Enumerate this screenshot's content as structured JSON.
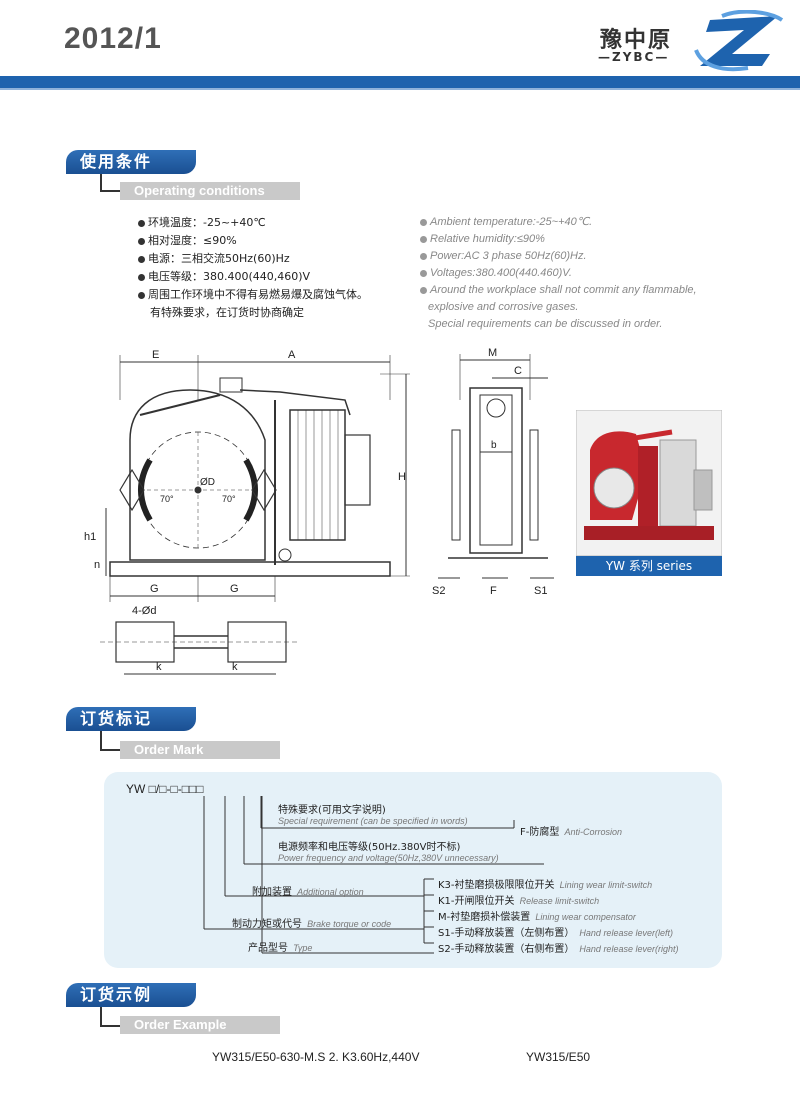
{
  "header": {
    "year": "2012/1",
    "logo_cn": "豫中原",
    "logo_en": "—ZYBC—"
  },
  "operating": {
    "title_cn": "使用条件",
    "title_en": "Operating conditions",
    "cn_items": [
      "环境温度：-25~+40℃",
      "相对湿度：≤90%",
      "电源：三相交流50Hz(60)Hz",
      "电压等级：380.400(440,460)V",
      "周围工作环境中不得有易燃易爆及腐蚀气体。",
      "有特殊要求，在订货时协商确定"
    ],
    "en_items": [
      "Ambient temperature:-25~+40℃.",
      "Relative humidity:≤90%",
      "Power:AC 3 phase  50Hz(60)Hz.",
      "Voltages:380.400(440.460)V.",
      "Around the workplace shall not commit any flammable,",
      "explosive and corrosive gases.",
      "Special requirements can be discussed in order."
    ]
  },
  "drawing": {
    "dims": [
      "E",
      "A",
      "H",
      "h1",
      "n",
      "G",
      "G",
      "4-Ød",
      "k",
      "k",
      "ØD",
      "70°",
      "70°",
      "M",
      "C",
      "b",
      "S2",
      "F",
      "S1"
    ],
    "series_label": "YW 系列 series"
  },
  "order_mark": {
    "title_cn": "订货标记",
    "title_en": "Order Mark",
    "code": "YW □/□-□-□□□",
    "items": [
      {
        "cn": "特殊要求(可用文字说明)",
        "en": "Special  requirement (can  be specified  in words)"
      },
      {
        "cn": "F-防腐型",
        "en": "Anti-Corrosion"
      },
      {
        "cn": "电源频率和电压等级(50Hz.380V时不标)",
        "en": "Power frequency  and voltage(50Hz,380V unnecessary)"
      },
      {
        "cn": "附加装置",
        "en": "Additional  option"
      },
      {
        "cn": "制动力矩或代号",
        "en": "Brake torque or code"
      },
      {
        "cn": "产品型号",
        "en": "Type"
      }
    ],
    "options": [
      {
        "cn": "K3-衬垫磨损极限限位开关",
        "en": "Lining wear limit-switch"
      },
      {
        "cn": "K1-开闸限位开关",
        "en": "Release limit-switch"
      },
      {
        "cn": "M-衬垫磨损补偿装置",
        "en": "Lining wear compensator"
      },
      {
        "cn": "S1-手动释放装置（左侧布置）",
        "en": "Hand release lever(left)"
      },
      {
        "cn": "S2-手动释放装置（右侧布置）",
        "en": "Hand release lever(right)"
      }
    ]
  },
  "order_example": {
    "title_cn": "订货示例",
    "title_en": "Order Example",
    "example_1": "YW315/E50-630-M.S 2. K3.60Hz,440V",
    "example_2": "YW315/E50"
  },
  "colors": {
    "brand_blue": "#1e63ae",
    "panel_bg": "#e5f1f8",
    "product_red": "#c8282e"
  },
  "icons": [
    "zybc-logo-icon",
    "bullet-icon",
    "brake-drawing-icon",
    "product-photo-icon"
  ]
}
